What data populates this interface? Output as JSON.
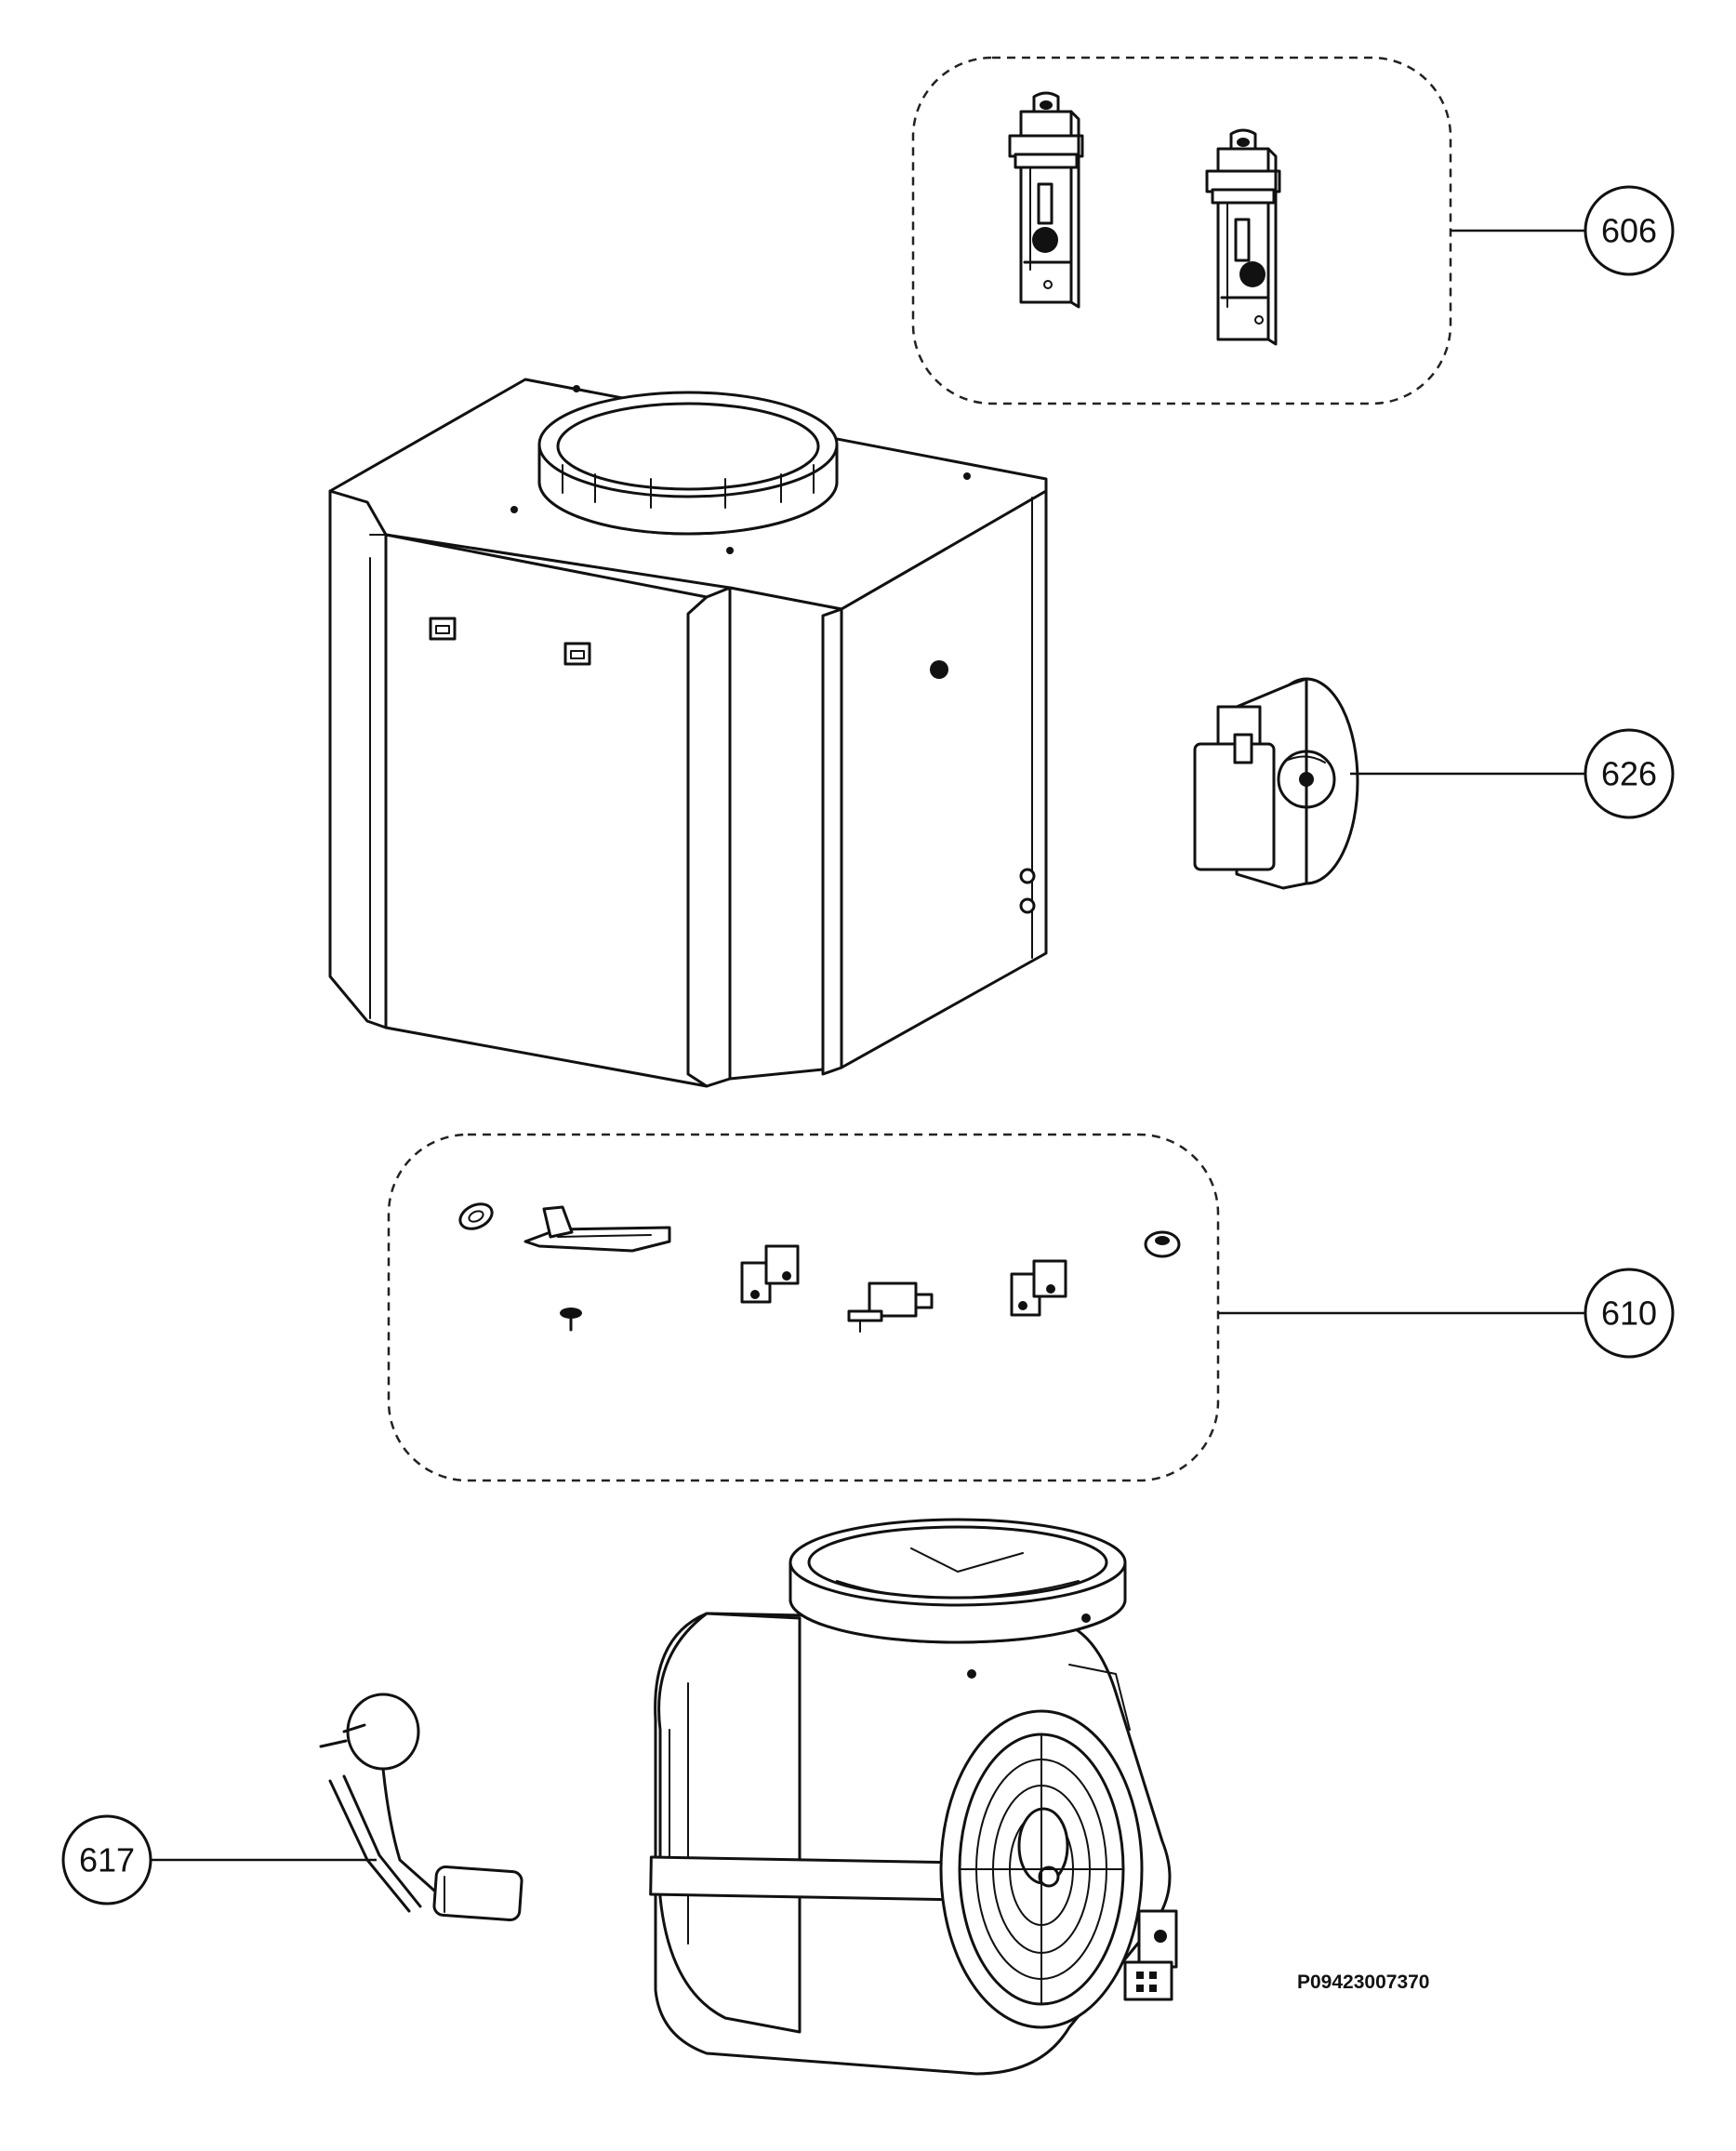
{
  "callouts": [
    {
      "id": "606",
      "label": "606"
    },
    {
      "id": "626",
      "label": "626"
    },
    {
      "id": "610",
      "label": "610"
    },
    {
      "id": "617",
      "label": "617"
    }
  ],
  "drawing_code": "P09423007370"
}
